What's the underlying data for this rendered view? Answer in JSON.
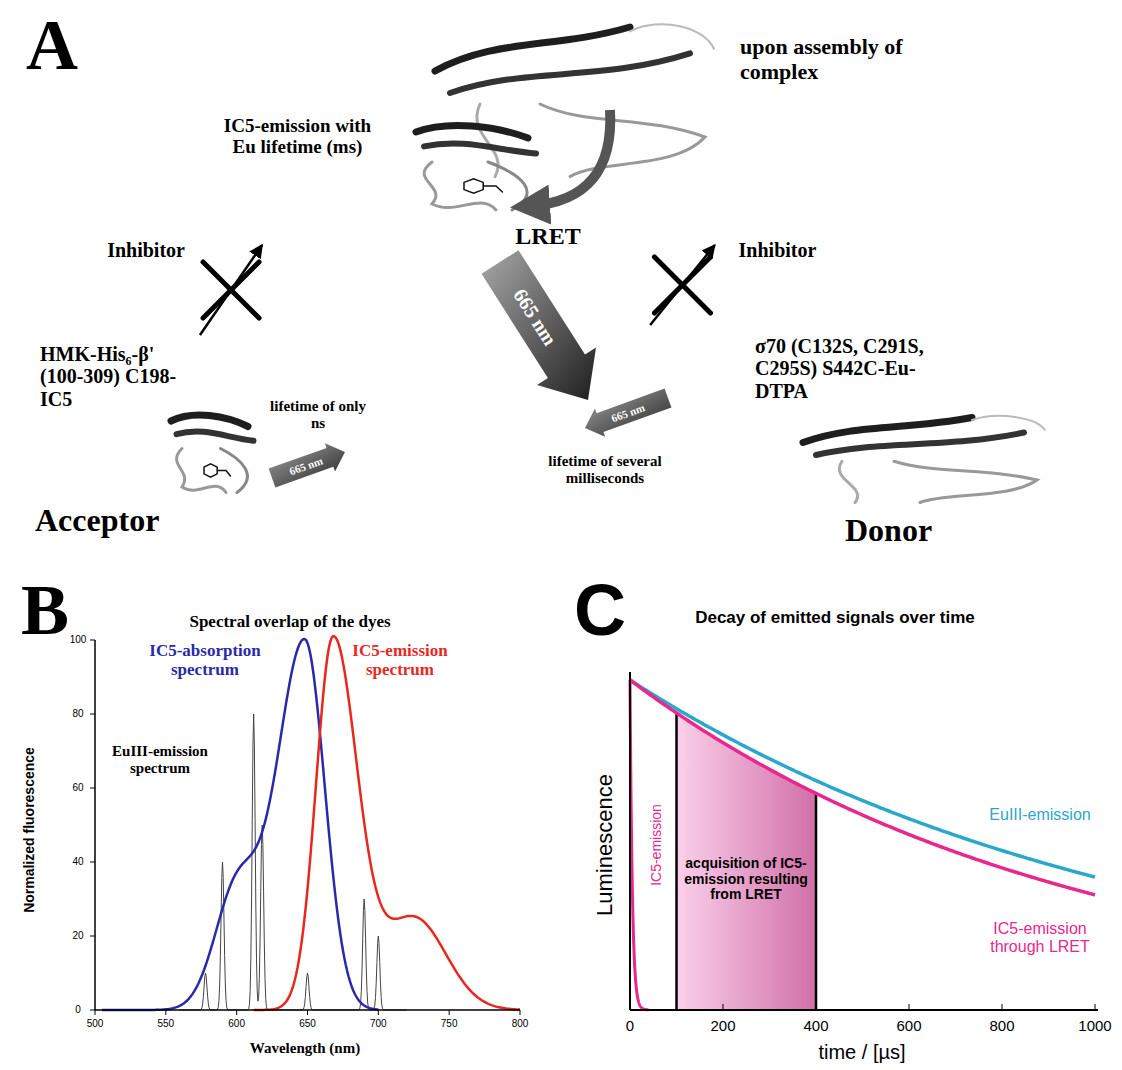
{
  "diagram": {
    "nodes": [
      {
        "text": [
          "upon assembly of complex",
          "IC5-emission with Eu lifetime (ms)"
        ]
      },
      {
        "text": [
          "HMK-His₆-β' (100-309) C198-IC5",
          "Acceptor"
        ]
      },
      {
        "text": [
          "σ70 (C132S, C291S, C295S) S442C-Eu-DTPA",
          "Donor"
        ]
      }
    ],
    "edges": [
      {
        "from": 1,
        "to": 0,
        "label": "Inhibitor",
        "arrow": "to"
      },
      {
        "from": 2,
        "to": 0,
        "label": "Inhibitor",
        "arrow": "to"
      }
    ],
    "labels": [
      "A",
      "LRET",
      "665 nm",
      "lifetime of only ns",
      "665 nm",
      "lifetime of several milliseconds",
      "665 nm",
      "B",
      "Spectral overlap of the dyes",
      "IC5-absorption spectrum",
      "IC5-emission spectrum",
      "EuIII-emission spectrum",
      "Normalized fluorescence",
      "Wavelength (nm)",
      "0",
      "20",
      "40",
      "60",
      "80",
      "100",
      "500",
      "550",
      "600",
      "650",
      "700",
      "750",
      "800",
      "C",
      "Decay of emitted signals over time",
      "Luminescence",
      "time / [µs]",
      "0",
      "200",
      "400",
      "600",
      "800",
      "1000",
      "IC5-emission",
      "acquisition of IC5-emission resulting from LRET",
      "EuIII-emission",
      "IC5-emission through LRET"
    ]
  }
}
